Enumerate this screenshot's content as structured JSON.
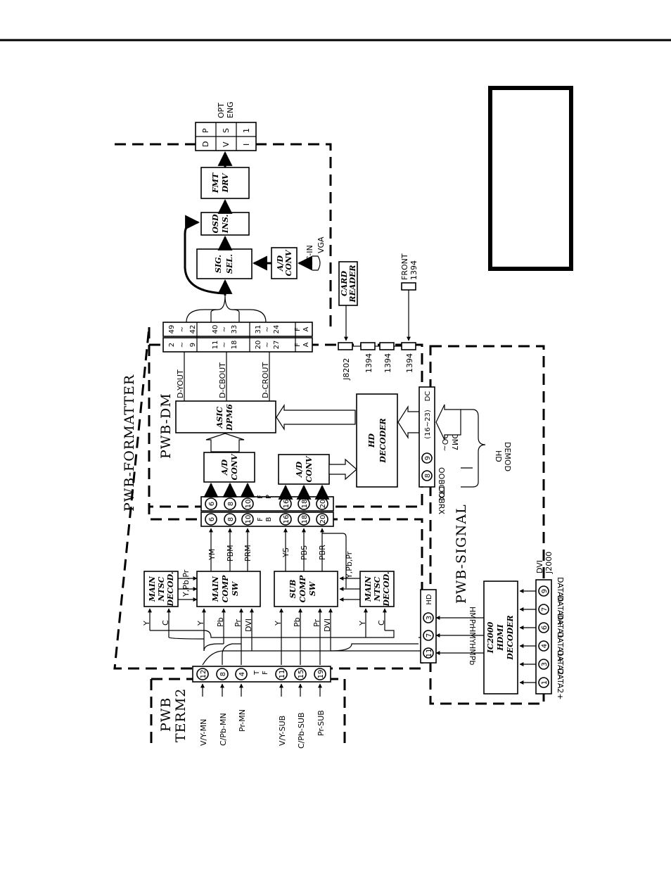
{
  "blocks": {
    "fmt_drv": [
      "FMT",
      "DRV"
    ],
    "osd_ins": [
      "OSD",
      "INS."
    ],
    "sig_sel": [
      "SIG.",
      "SEL."
    ],
    "ad_conv_vga": [
      "A/D",
      "CONV"
    ],
    "card_reader": [
      "CARD",
      "READER"
    ],
    "asic": [
      "ASIC",
      "DPM6"
    ],
    "ad_conv_main": [
      "A/D",
      "CONV"
    ],
    "ad_conv_sub": [
      "A/D",
      "CONV"
    ],
    "hd_decoder": [
      "HD",
      "DECODER"
    ],
    "main_ntsc_left": [
      "MAIN",
      "NTSC",
      "DECOD."
    ],
    "main_comp_sw": [
      "MAIN",
      "COMP",
      "SW"
    ],
    "sub_comp_sw": [
      "SUB",
      "COMP",
      "SW"
    ],
    "main_ntsc_right": [
      "MAIN",
      "NTSC",
      "DECOD."
    ],
    "ic2000": [
      "IC2000",
      "HDMI",
      "DECODER"
    ]
  },
  "boards": {
    "formatter": "PWB-FORMATTER",
    "dm": "PWB-DM",
    "signal": "PWB-SIGNAL",
    "term2": [
      "PWB",
      "TERM2"
    ]
  },
  "opt_eng": {
    "label": [
      "OPT",
      "ENG"
    ],
    "cells": [
      [
        "D",
        "V",
        "I"
      ],
      [
        "P",
        "S",
        "1"
      ]
    ]
  },
  "pc_in": [
    "PC-IN",
    "VGA"
  ],
  "front_1394": [
    "FRONT",
    "1394"
  ],
  "connectors_top": [
    "J8202",
    "1394",
    "1394",
    "1394"
  ],
  "fa_outer": [
    [
      "49",
      "~",
      "42"
    ],
    [
      "40",
      "~",
      "33"
    ],
    [
      "31",
      "~",
      "24"
    ]
  ],
  "fa_inner": [
    [
      "2",
      "~",
      "9"
    ],
    [
      "11",
      "~",
      "18"
    ],
    [
      "20",
      "~",
      "27"
    ]
  ],
  "fa_letters": [
    "F",
    "A"
  ],
  "dm_signals": [
    "D-YOUT",
    "D-CBOUT",
    "D-CROUT"
  ],
  "dc_connector": {
    "pins": [
      "8",
      "9",
      "(16~23)"
    ],
    "label": "DC",
    "signals": [
      "OOBRX",
      "OOBCTX",
      "TSMDO~",
      "TSMDM7"
    ],
    "demod": [
      "HD",
      "DEMOD"
    ]
  },
  "fb_pins": [
    "6",
    "8",
    "10",
    "16",
    "18",
    "20"
  ],
  "fp_letters": [
    "F",
    "P"
  ],
  "fb_letters": [
    "F",
    "B"
  ],
  "comp_signals": [
    "YM",
    "PBM",
    "PRM",
    "YS",
    "PBS",
    "PBR"
  ],
  "ypbpr": [
    "Y,Pb,Pr",
    "Y,Pb,Pr"
  ],
  "comp_inputs": [
    "Y",
    "C",
    "Y",
    "Pb",
    "Pr",
    "DVI",
    "Y",
    "Pb",
    "Pr",
    "DVI",
    "Y",
    "C"
  ],
  "hd_connector": {
    "pins": [
      "3",
      "7",
      "11"
    ],
    "label": "HD",
    "signals": [
      "HMPr",
      "HMY",
      "HMPb"
    ]
  },
  "term_pins": [
    "12",
    "8",
    "4",
    "11",
    "15",
    "19"
  ],
  "tf_letters": [
    "T",
    "F"
  ],
  "term_inputs": [
    "V/Y-MN",
    "C/Pb-MN",
    "Pr-MN",
    "V/Y-SUB",
    "C/Pb-SUB",
    "Pr-SUB"
  ],
  "dvi": {
    "label": [
      "DVI",
      "J2000"
    ],
    "pins": [
      "1",
      "3",
      "4",
      "6",
      "7",
      "9"
    ],
    "signals": [
      "DATA2+",
      "DATA2-",
      "DATA1+",
      "DATA1-",
      "DATA0+",
      "DATA0-"
    ]
  }
}
